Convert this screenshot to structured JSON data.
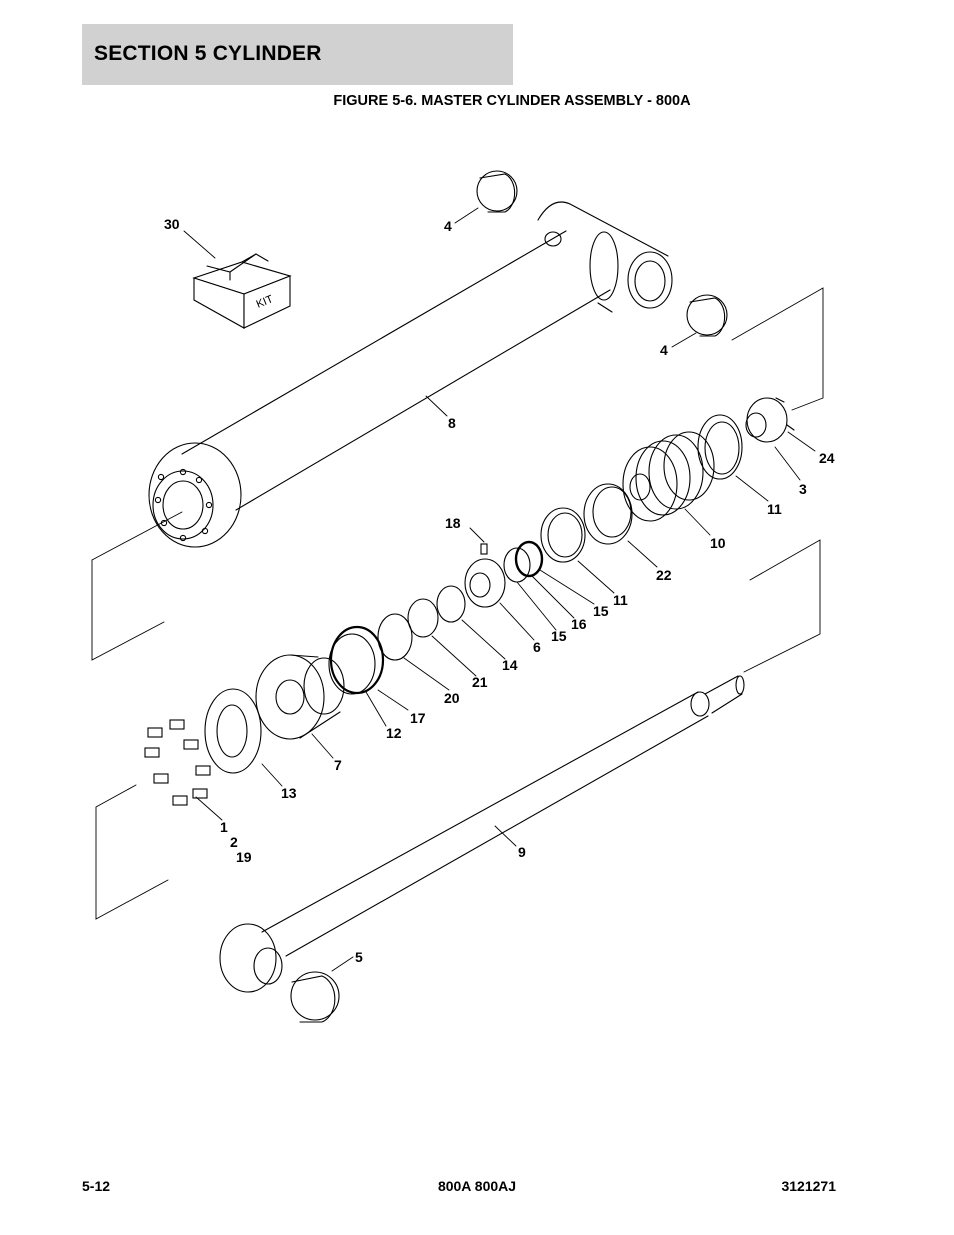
{
  "section_title": "SECTION 5   CYLINDER",
  "figure_title": "FIGURE 5-6. MASTER CYLINDER ASSEMBLY - 800A",
  "kit_label": "KIT",
  "callouts": [
    {
      "id": "c30",
      "text": "30"
    },
    {
      "id": "c4a",
      "text": "4"
    },
    {
      "id": "c4b",
      "text": "4"
    },
    {
      "id": "c8",
      "text": "8"
    },
    {
      "id": "c24",
      "text": "24"
    },
    {
      "id": "c3",
      "text": "3"
    },
    {
      "id": "c11a",
      "text": "11"
    },
    {
      "id": "c10",
      "text": "10"
    },
    {
      "id": "c18",
      "text": "18"
    },
    {
      "id": "c22",
      "text": "22"
    },
    {
      "id": "c11b",
      "text": "11"
    },
    {
      "id": "c15a",
      "text": "15"
    },
    {
      "id": "c16",
      "text": "16"
    },
    {
      "id": "c15b",
      "text": "15"
    },
    {
      "id": "c6",
      "text": "6"
    },
    {
      "id": "c14",
      "text": "14"
    },
    {
      "id": "c21",
      "text": "21"
    },
    {
      "id": "c20",
      "text": "20"
    },
    {
      "id": "c17",
      "text": "17"
    },
    {
      "id": "c12",
      "text": "12"
    },
    {
      "id": "c7",
      "text": "7"
    },
    {
      "id": "c13",
      "text": "13"
    },
    {
      "id": "c1",
      "text": "1"
    },
    {
      "id": "c2",
      "text": "2"
    },
    {
      "id": "c19",
      "text": "19"
    },
    {
      "id": "c9",
      "text": "9"
    },
    {
      "id": "c5",
      "text": "5"
    }
  ],
  "footer": {
    "page_number": "5-12",
    "model": "800A 800AJ",
    "doc_number": "3121271"
  }
}
